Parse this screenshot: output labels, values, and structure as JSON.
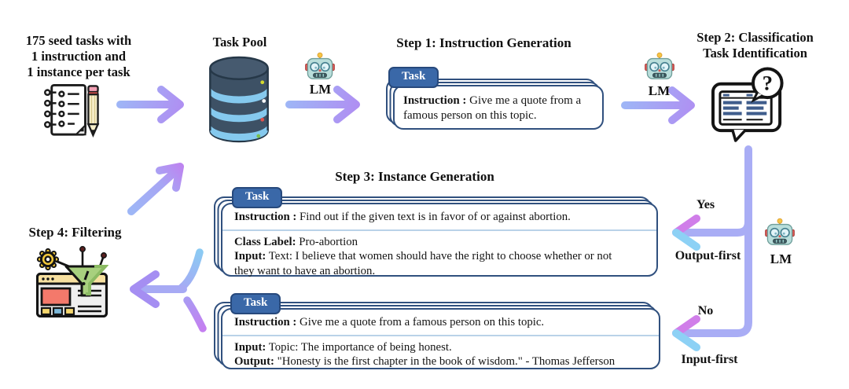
{
  "diagram": {
    "seed_label": "175 seed tasks with\n1 instruction and\n1 instance per task",
    "task_pool_label": "Task Pool",
    "lm_label": "LM",
    "step1_heading": "Step 1: Instruction Generation",
    "step2_heading": "Step 2: Classification\nTask Identification",
    "step3_heading": "Step 3: Instance Generation",
    "step4_heading": "Step 4: Filtering",
    "branch_yes": "Yes",
    "branch_no": "No",
    "branch_output_first": "Output-first",
    "branch_input_first": "Input-first",
    "tab_label": "Task",
    "cards": {
      "step1": {
        "instruction": {
          "label": "Instruction :",
          "text": " Give me a quote from a\nfamous person on this topic."
        }
      },
      "classification": {
        "instruction": {
          "label": "Instruction :",
          "text": " Find out if the given text is in favor of or against abortion."
        },
        "rows": [
          {
            "label": "Class Label:",
            "text": " Pro-abortion"
          },
          {
            "label": "Input:",
            "text": " Text: I believe that women should have the right to choose whether or not\nthey want to have an abortion."
          }
        ]
      },
      "generation": {
        "instruction": {
          "label": "Instruction :",
          "text": " Give me a quote from a famous person on this topic."
        },
        "rows": [
          {
            "label": "Input:",
            "text": " Topic: The importance of being honest."
          },
          {
            "label": "Output:",
            "text": " \"Honesty is the first chapter in the book of wisdom.\" - Thomas Jefferson"
          }
        ]
      }
    },
    "icons": {
      "seed": "notepad-pencil-icon",
      "pool": "database-icon",
      "lm": "robot-icon",
      "step2": "classification-question-icon",
      "step4": "filter-browser-icon"
    },
    "colors": {
      "arrow_lavender": "#a9adf5",
      "arrow_purple": "#bd84f0",
      "arrow_cyan": "#8dd1f5",
      "tab_blue": "#3a68a8",
      "card_border": "#30507e",
      "divider_blue": "#b9d2e8",
      "db_body": "#3d5165",
      "db_band": "#85c9ee",
      "funnel_green": "#a8d07e",
      "gear_yellow": "#f2c83b"
    }
  }
}
